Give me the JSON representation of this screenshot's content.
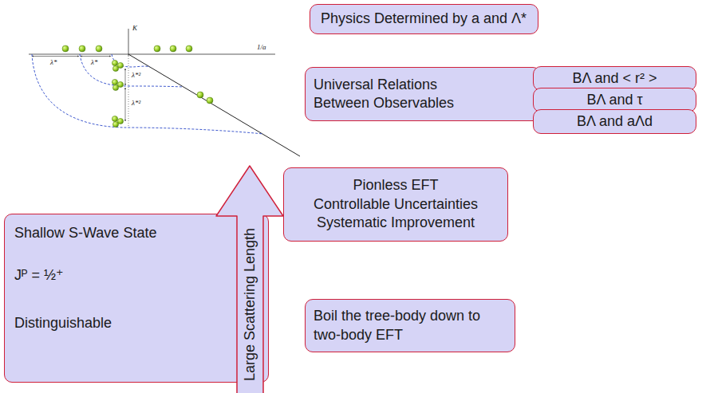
{
  "diagram": {
    "nodes": [
      {
        "text": [
          "Physics Determined by a and Λ*"
        ]
      },
      {
        "text": [
          "Universal Relations Between Observables"
        ]
      },
      {
        "text": [
          "BΛ and < r² >"
        ]
      },
      {
        "text": [
          "BΛ and τ"
        ]
      },
      {
        "text": [
          "BΛ and aΛd"
        ]
      },
      {
        "text": [
          "Pionless EFT",
          "Controllable Uncertainties",
          "Systematic Improvement"
        ]
      },
      {
        "text": [
          "Large Scattering Length"
        ]
      },
      {
        "text": [
          "Shallow S-Wave State",
          "Jᴾ = ½⁺",
          "Distinguishable"
        ]
      },
      {
        "text": [
          "Boil the tree-body down to two-body EFT"
        ]
      }
    ],
    "labels": [
      "K",
      "1/a",
      "λ*",
      "λ*",
      "λ*²",
      "λ*²"
    ]
  }
}
